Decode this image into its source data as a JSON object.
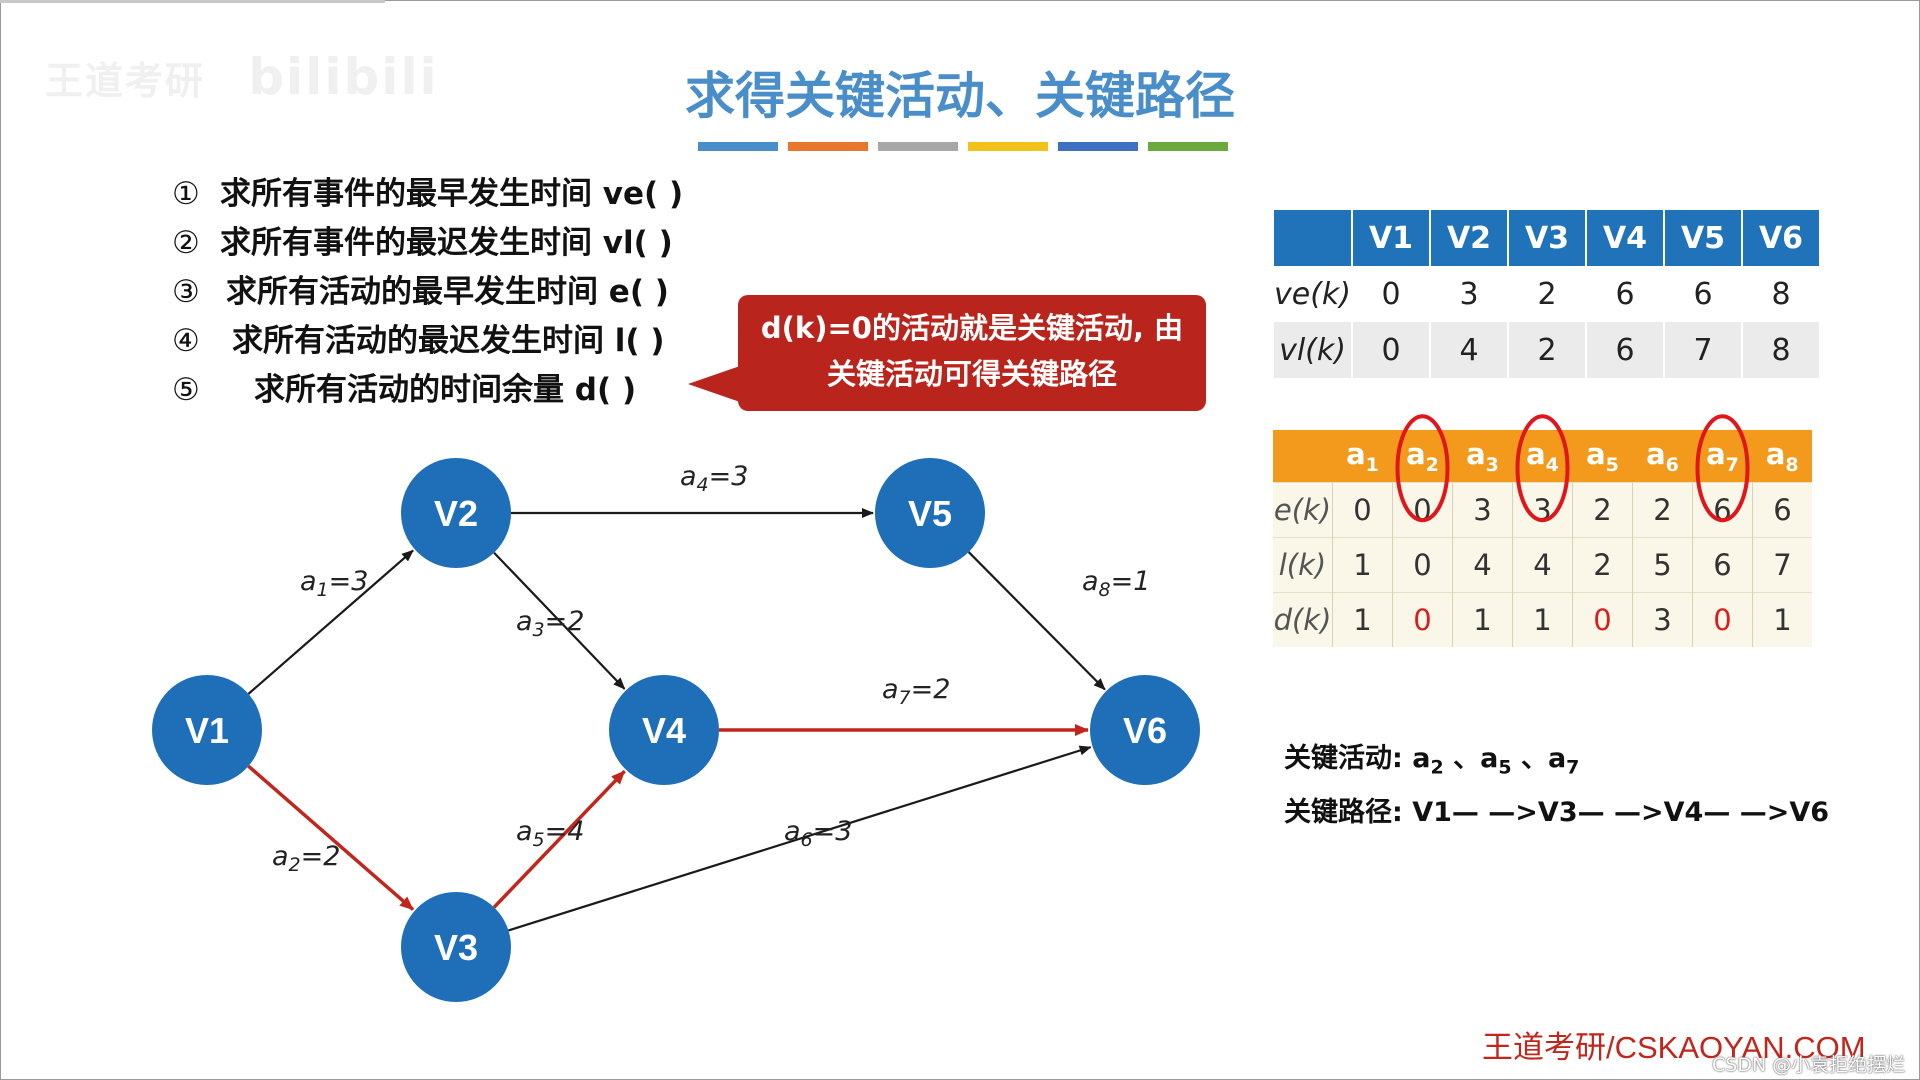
{
  "watermark": {
    "left": "王道考研",
    "right": "bilibili"
  },
  "title": "求得关键活动、关键路径",
  "color_bar": [
    "#4a8ec9",
    "#e8772e",
    "#a7a7a7",
    "#f2c21b",
    "#3f6fc1",
    "#6aaa3c"
  ],
  "steps": [
    {
      "num": "①",
      "text": "求所有事件的最早发生时间 ve( )"
    },
    {
      "num": "②",
      "text": "求所有事件的最迟发生时间 vl( )"
    },
    {
      "num": "③",
      "text": "求所有活动的最早发生时间 e( )"
    },
    {
      "num": "④",
      "text": "求所有活动的最迟发生时间 l( )"
    },
    {
      "num": "⑤",
      "text": "求所有活动的时间余量 d( )"
    }
  ],
  "callout": {
    "line1": "d(k)=0的活动就是关键活动, 由",
    "line2": "关键活动可得关键路径"
  },
  "graph": {
    "nodes": [
      {
        "id": "V1",
        "label": "V1"
      },
      {
        "id": "V2",
        "label": "V2"
      },
      {
        "id": "V3",
        "label": "V3"
      },
      {
        "id": "V4",
        "label": "V4"
      },
      {
        "id": "V5",
        "label": "V5"
      },
      {
        "id": "V6",
        "label": "V6"
      }
    ],
    "edges": [
      {
        "from": "V1",
        "to": "V2",
        "label": "a1=3",
        "critical": false
      },
      {
        "from": "V1",
        "to": "V3",
        "label": "a2=2",
        "critical": true
      },
      {
        "from": "V2",
        "to": "V4",
        "label": "a3=2",
        "critical": false
      },
      {
        "from": "V2",
        "to": "V5",
        "label": "a4=3",
        "critical": false
      },
      {
        "from": "V3",
        "to": "V4",
        "label": "a5=4",
        "critical": true
      },
      {
        "from": "V3",
        "to": "V6",
        "label": "a6=3",
        "critical": false
      },
      {
        "from": "V4",
        "to": "V6",
        "label": "a7=2",
        "critical": true
      },
      {
        "from": "V5",
        "to": "V6",
        "label": "a8=1",
        "critical": false
      }
    ],
    "colors": {
      "node": "#1f6fb8",
      "edge": "#1a1a1a",
      "critical": "#c0261c"
    }
  },
  "vertex_table": {
    "headers": [
      "",
      "V1",
      "V2",
      "V3",
      "V4",
      "V5",
      "V6"
    ],
    "rows": [
      {
        "label": "ve(k)",
        "values": [
          "0",
          "3",
          "2",
          "6",
          "6",
          "8"
        ]
      },
      {
        "label": "vl(k)",
        "values": [
          "0",
          "4",
          "2",
          "6",
          "7",
          "8"
        ]
      }
    ]
  },
  "activity_table": {
    "headers": [
      "",
      "a1",
      "a2",
      "a3",
      "a4",
      "a5",
      "a6",
      "a7",
      "a8"
    ],
    "rows": [
      {
        "label": "e(k)",
        "values": [
          "0",
          "0",
          "3",
          "3",
          "2",
          "2",
          "6",
          "6"
        ]
      },
      {
        "label": "l(k)",
        "values": [
          "1",
          "0",
          "4",
          "4",
          "2",
          "5",
          "6",
          "7"
        ]
      },
      {
        "label": "d(k)",
        "values": [
          "1",
          "0",
          "1",
          "1",
          "0",
          "3",
          "0",
          "1"
        ]
      }
    ],
    "circled_columns": [
      "a2",
      "a4",
      "a7"
    ]
  },
  "results": {
    "critical_activities_label": "关键活动:",
    "critical_activities": "a2 、a5 、a7",
    "critical_path_label": "关键路径:",
    "critical_path": "V1— —>V3— —>V4— —>V6"
  },
  "footer": "王道考研/CSKAOYAN.COM",
  "csdn": "CSDN @小袁拒绝摆烂"
}
